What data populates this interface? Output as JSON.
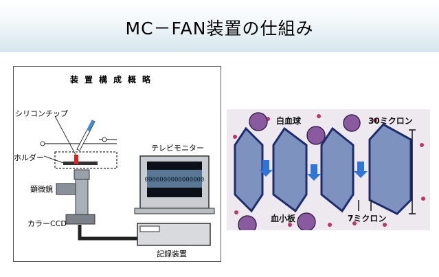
{
  "header": {
    "title": "MC－FAN装置の仕組み"
  },
  "diagram": {
    "title": "装置構成概略",
    "labels": {
      "silicon_chip": "シリコンチップ",
      "holder": "ホルダー",
      "microscope": "顕微鏡",
      "color_ccd": "カラーCCD",
      "tv_monitor": "テレビモニター",
      "recorder": "記録装置"
    }
  },
  "micrograph": {
    "labels": {
      "white_blood_cell": "白血球",
      "channel_size": "30ミクロン",
      "platelet": "血小板",
      "gap_size": "7ミクロン"
    }
  }
}
